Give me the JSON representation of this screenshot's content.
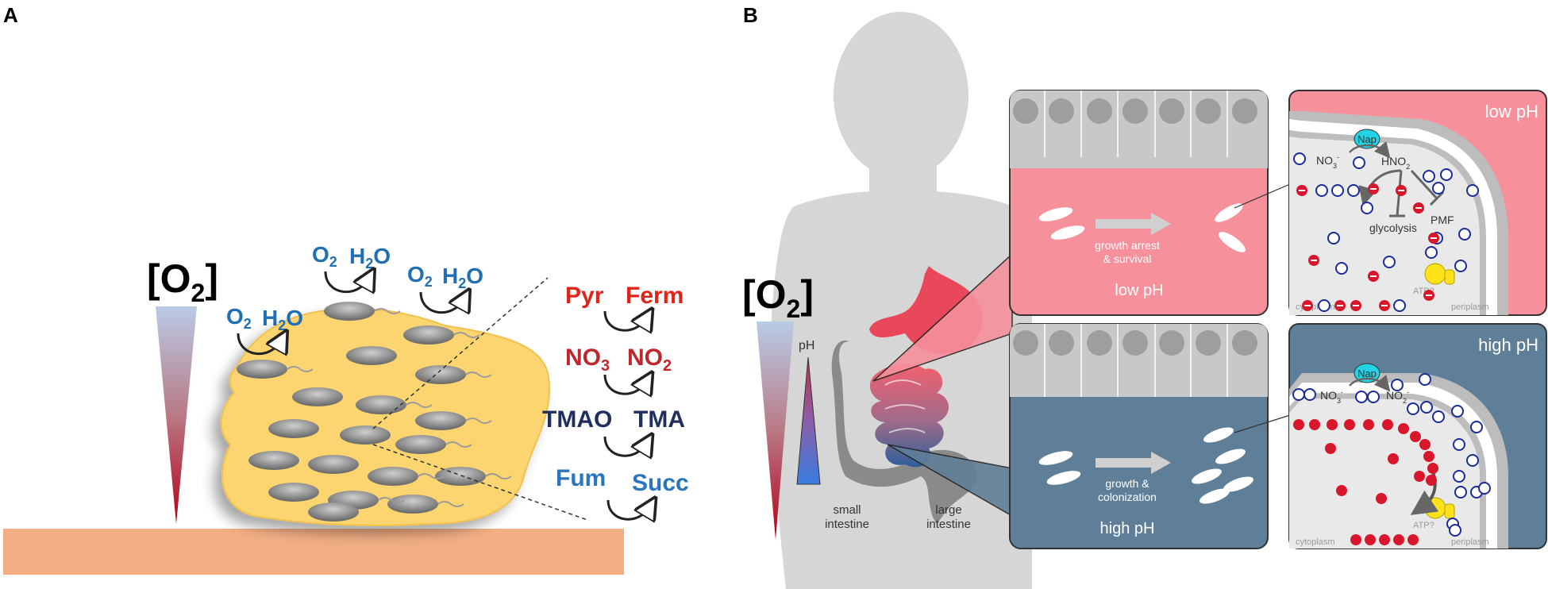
{
  "panels": {
    "a": {
      "letter": "A",
      "o2_label": "[O2]",
      "surface_reactions": [
        {
          "left": "O2",
          "right": "H2O"
        },
        {
          "left": "O2",
          "right": "H2O"
        },
        {
          "left": "O2",
          "right": "H2O"
        }
      ],
      "electron_acceptors": [
        {
          "left": "Pyr",
          "right": "Ferm",
          "left_color": "#e2231a",
          "right_color": "#e2231a"
        },
        {
          "left": "NO3",
          "right": "NO2",
          "left_color": "#c0272d",
          "right_color": "#c0272d"
        },
        {
          "left": "TMAO",
          "right": "TMA",
          "left_color": "#1f2f5e",
          "right_color": "#1f2f5e"
        },
        {
          "left": "Fum",
          "right": "Succ",
          "left_color": "#2a75bb",
          "right_color": "#2a75bb"
        }
      ],
      "colors": {
        "biofilm": "#fcd56f",
        "surface": "#f2ae84",
        "bacteria": "#8c8c8c"
      }
    },
    "b": {
      "letter": "B",
      "o2_label": "[O2]",
      "ph_label": "pH",
      "organ_labels": {
        "small": "small\nintestine",
        "large": "large\nintestine"
      },
      "low_panel": {
        "caption": "growth arrest\n& survival",
        "region_label": "low pH",
        "corner_label": "low pH",
        "enzyme": "Nap",
        "nitrate": "NO3",
        "product": "HNO2",
        "pmf": "PMF",
        "glycolysis": "glycolysis",
        "atp": "ATP?",
        "cytoplasm": "cytoplasm",
        "periplasm": "periplasm",
        "color": "#f6919c"
      },
      "high_panel": {
        "caption": "growth &\ncolonization",
        "region_label": "high pH",
        "corner_label": "high pH",
        "enzyme": "Nap",
        "nitrate": "NO3",
        "product": "NO2",
        "atp": "ATP?",
        "cytoplasm": "cytoplasm",
        "periplasm": "periplasm",
        "color": "#5f7f99"
      }
    }
  }
}
